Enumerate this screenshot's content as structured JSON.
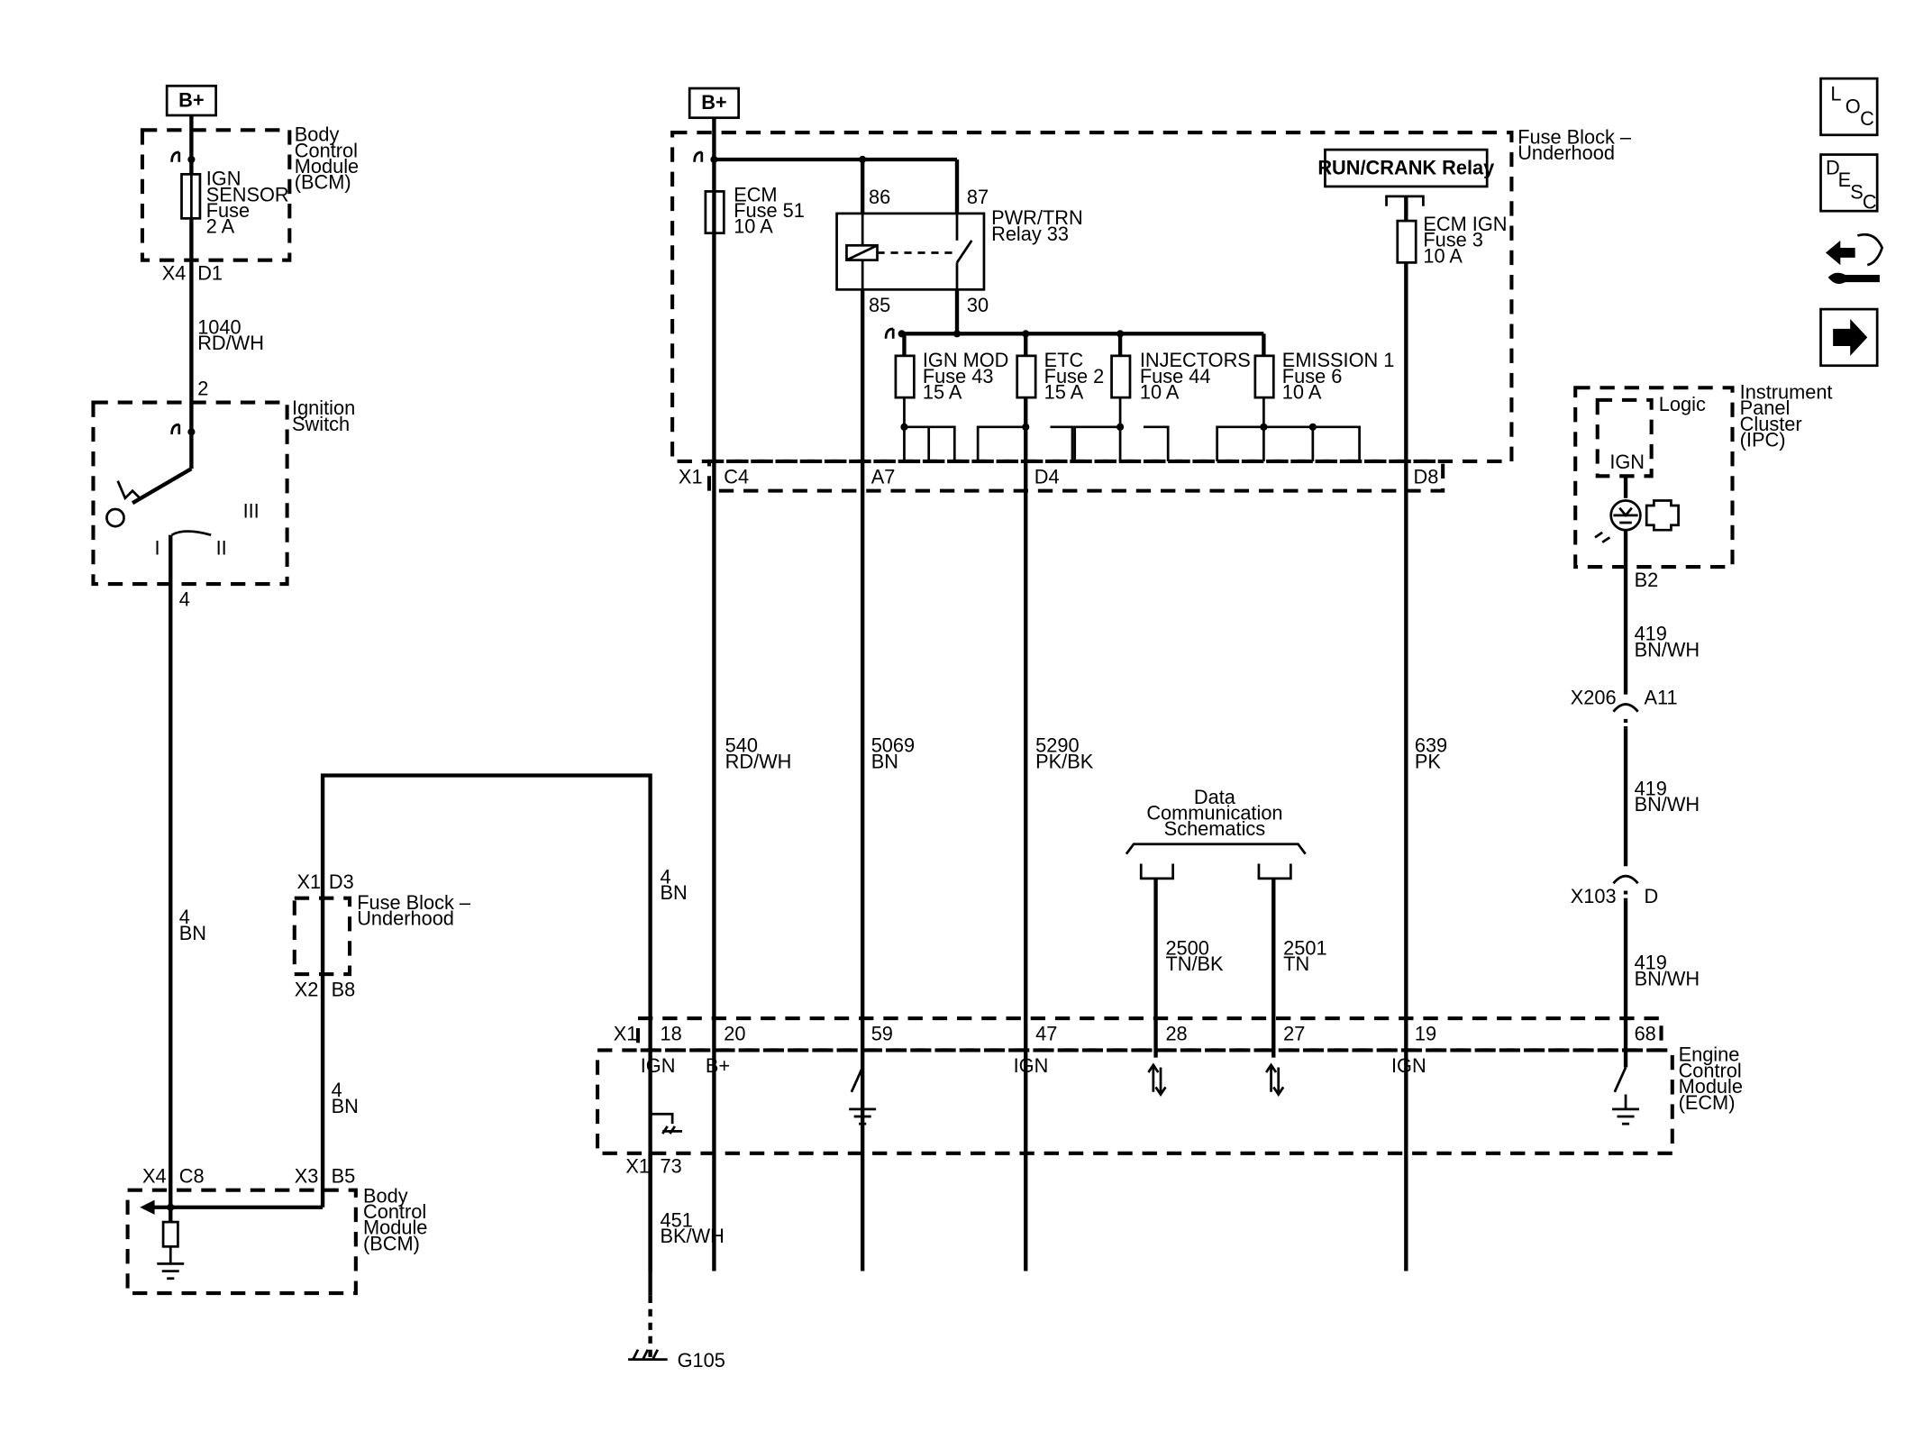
{
  "colors": {
    "ink": "#000000",
    "paper": "#ffffff"
  },
  "power": {
    "bplus": "B+"
  },
  "bcm_top": {
    "title_l1": "Body",
    "title_l2": "Control",
    "title_l3": "Module",
    "title_l4": "(BCM)",
    "fuse_l1": "IGN",
    "fuse_l2": "SENSOR",
    "fuse_l3": "Fuse",
    "fuse_l4": "2 A",
    "conn": "X4",
    "pin": "D1"
  },
  "wire_1040": {
    "num": "1040",
    "color": "RD/WH"
  },
  "ign_switch": {
    "title_l1": "Ignition",
    "title_l2": "Switch",
    "pin_in": "2",
    "pin_out": "4",
    "pos_1": "I",
    "pos_2": "II",
    "pos_3": "III"
  },
  "wire_4_left": {
    "num": "4",
    "color": "BN"
  },
  "fuse_block_top": {
    "title_l1": "Fuse Block –",
    "title_l2": "Underhood",
    "ecm_fuse_l1": "ECM",
    "ecm_fuse_l2": "Fuse 51",
    "ecm_fuse_l3": "10 A",
    "relay_l1": "PWR/TRN",
    "relay_l2": "Relay 33",
    "relay_86": "86",
    "relay_87": "87",
    "relay_85": "85",
    "relay_30": "30",
    "run_crank": "RUN/CRANK Relay",
    "ecm_ign_l1": "ECM IGN",
    "ecm_ign_l2": "Fuse 3",
    "ecm_ign_l3": "10 A",
    "ignmod_l1": "IGN MOD",
    "ignmod_l2": "Fuse 43",
    "ignmod_l3": "15 A",
    "etc_l1": "ETC",
    "etc_l2": "Fuse 2",
    "etc_l3": "15 A",
    "inj_l1": "INJECTORS",
    "inj_l2": "Fuse 44",
    "inj_l3": "10 A",
    "emi_l1": "EMISSION 1",
    "emi_l2": "Fuse 6",
    "emi_l3": "10 A",
    "conn": "X1",
    "pin_c4": "C4",
    "pin_a7": "A7",
    "pin_d4": "D4",
    "pin_d8": "D8"
  },
  "wires_mid": {
    "w540": {
      "num": "540",
      "color": "RD/WH"
    },
    "w5069": {
      "num": "5069",
      "color": "BN"
    },
    "w5290": {
      "num": "5290",
      "color": "PK/BK"
    },
    "w639": {
      "num": "639",
      "color": "PK"
    },
    "w4a": {
      "num": "4",
      "color": "BN"
    },
    "w4b": {
      "num": "4",
      "color": "BN"
    },
    "w2500": {
      "num": "2500",
      "color": "TN/BK"
    },
    "w2501": {
      "num": "2501",
      "color": "TN"
    },
    "w451": {
      "num": "451",
      "color": "BK/WH"
    }
  },
  "data_comm": {
    "l1": "Data",
    "l2": "Communication",
    "l3": "Schematics"
  },
  "fuse_block_mid": {
    "title_l1": "Fuse Block –",
    "title_l2": "Underhood",
    "conn_top": "X1",
    "pin_top": "D3",
    "conn_bot": "X2",
    "pin_bot": "B8"
  },
  "bcm_bottom": {
    "title_l1": "Body",
    "title_l2": "Control",
    "title_l3": "Module",
    "title_l4": "(BCM)",
    "conn_a": "X4",
    "pin_a": "C8",
    "conn_b": "X3",
    "pin_b": "B5"
  },
  "ecm": {
    "title_l1": "Engine",
    "title_l2": "Control",
    "title_l3": "Module",
    "title_l4": "(ECM)",
    "conn": "X1",
    "p18": "18",
    "p20": "20",
    "p59": "59",
    "p47": "47",
    "p28": "28",
    "p27": "27",
    "p19": "19",
    "p68": "68",
    "ign1": "IGN",
    "bplus": "B+",
    "ign2": "IGN",
    "ign3": "IGN",
    "gnd_conn": "X1",
    "gnd_pin": "73",
    "ground": "G105"
  },
  "ipc": {
    "title_l1": "Instrument",
    "title_l2": "Panel",
    "title_l3": "Cluster",
    "title_l4": "(IPC)",
    "logic": "Logic",
    "ign": "IGN",
    "pin": "B2",
    "w419a": {
      "num": "419",
      "color": "BN/WH"
    },
    "x206": "X206",
    "a11": "A11",
    "w419b": {
      "num": "419",
      "color": "BN/WH"
    },
    "x103": "X103",
    "d": "D",
    "w419c": {
      "num": "419",
      "color": "BN/WH"
    }
  },
  "nav": {
    "loc": {
      "l": "L",
      "o": "O",
      "c": "C"
    },
    "desc": {
      "d": "D",
      "e": "E",
      "s": "S",
      "c": "C"
    },
    "icons": [
      "location-icon",
      "description-icon",
      "connector-repair-icon",
      "next-arrow-icon"
    ]
  }
}
